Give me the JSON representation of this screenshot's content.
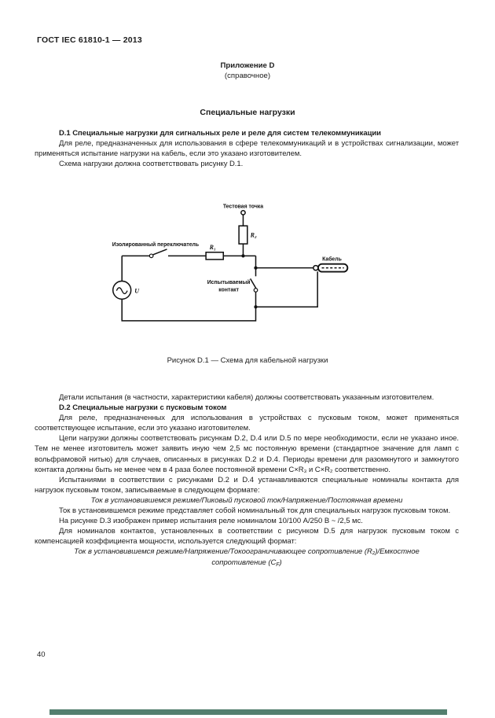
{
  "page": {
    "doc_number": "ГОСТ IEC 61810-1 — 2013",
    "page_number": "40",
    "footer_bar_color": "#547f6f"
  },
  "annex": {
    "title": "Приложение D",
    "subtitle": "(справочное)",
    "section_title": "Специальные нагрузки"
  },
  "d1": {
    "heading": "D.1 Специальные нагрузки для сигнальных реле и реле для систем телекоммуникации",
    "p1": "Для реле, предназначенных для использования в сфере телекоммуникаций и в устройствах сигнализации, может применяться испытание нагрузки на кабель, если это указано изготовителем.",
    "p2": "Схема нагрузки должна соответствовать рисунку D.1."
  },
  "figure": {
    "caption": "Рисунок D.1 — Схема для кабельной нагрузки",
    "labels": {
      "test_point": "Тестовая точка",
      "isolated_switch": "Изолированный переключатель",
      "r1": "R₁",
      "r2": "R₂",
      "source": "U",
      "contact_line1": "Испытываемый",
      "contact_line2": "контакт",
      "cable": "Кабель"
    }
  },
  "d2": {
    "p0": "Детали испытания (в частности, характеристики кабеля) должны соответствовать указанным изготовителем.",
    "heading": "D.2 Специальные нагрузки с пусковым током",
    "p1": "Для реле, предназначенных для использования в устройствах с пусковым током, может применяться соответствующее испытание, если это указано изготовителем.",
    "p2": "Цепи нагрузки должны соответствовать рисункам D.2, D.4 или D.5 по мере необходимости, если не указано иное. Тем не менее изготовитель может заявить иную чем 2,5 мс постоянную времени (стандартное значение для ламп с вольфрамовой нитью) для случаев, описанных в рисунках D.2 и D.4. Периоды времени для разомкнутого и замкнутого контакта должны быть не менее чем в 4 раза более постоянной времени С×R₃ и С×R₂ соответственно.",
    "p3": "Испытаниями в соответствии с рисунками D.2 и D.4 устанавливаются специальные номиналы контакта для нагрузок пусковым током, записываемые в следующем формате:",
    "format1": "Ток в установившемся режиме/Пиковый пусковой ток/Напряжение/Постоянная времени",
    "p4": "Ток в установившемся режиме представляет собой номинальный ток для специальных нагрузок пусковым током.",
    "p5": "На рисунке D.3 изображен пример испытания реле номиналом 10/100 А/250 В ~ /2,5 мс.",
    "p6": "Для номиналов контактов, установленных в соответствии с рисунком D.5 для нагрузок пусковым током с компенсацией коэффициента мощности, используется следующий формат:",
    "format2_line1": "Ток в установившемся режиме/Напряжение/Токоограничивающее сопротивление (R₂)/Емкостное",
    "format2_pre": "сопротивление (С",
    "format2_sub": "F",
    "format2_post": ")"
  }
}
